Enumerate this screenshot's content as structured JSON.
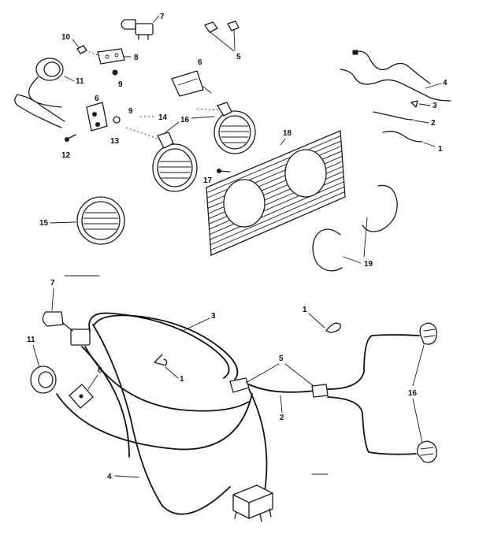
{
  "callouts": {
    "c1_upper": "1",
    "c2_upper": "2",
    "c3_upper": "3",
    "c4_upper": "4",
    "c5_upper": "5",
    "c6_left": "6",
    "c6_right": "6",
    "c7_upper": "7",
    "c8_upper": "8",
    "c9_left": "9",
    "c9_mid": "9",
    "c10": "10",
    "c11_upper": "11",
    "c12": "12",
    "c13": "13",
    "c14": "14",
    "c15": "15",
    "c16_upper": "16",
    "c17": "17",
    "c18": "18",
    "c19": "19",
    "c7_lower": "7",
    "c3_lower": "3",
    "c1_lower_top": "1",
    "c11_lower": "11",
    "c1_lower_mid": "1",
    "c5_lower": "5",
    "c8_lower": "8",
    "c16_lower": "16",
    "c2_lower": "2",
    "c4_lower": "4"
  }
}
